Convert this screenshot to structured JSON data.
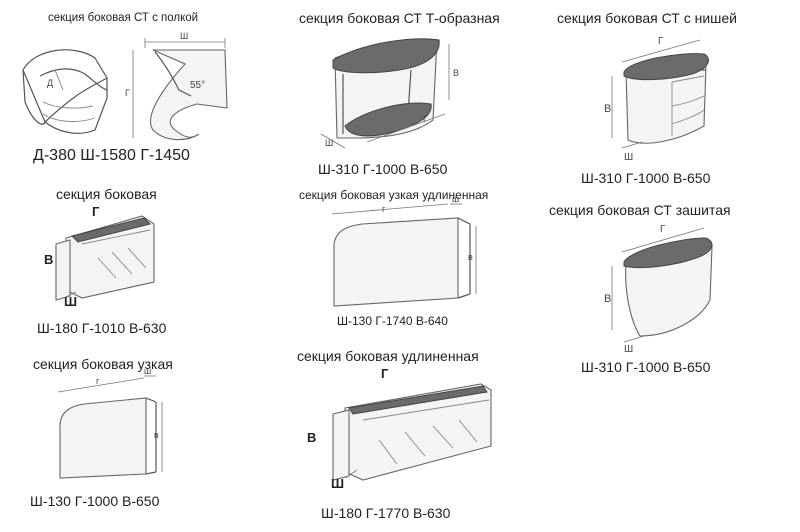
{
  "items": [
    {
      "title": "секция боковая СТ с полкой",
      "dims": "Д-380   Ш-1580   Г-1450",
      "labels": {
        "d": "Д",
        "g": "Г",
        "sh": "Ш",
        "angle": "55°"
      }
    },
    {
      "title": "секция боковая СТ Т-образная",
      "dims": "Ш-310   Г-1000   В-650",
      "labels": {
        "v": "В",
        "g": "Г",
        "sh": "Ш"
      }
    },
    {
      "title": "секция боковая СТ с нишей",
      "dims": "Ш-310   Г-1000   В-650",
      "labels": {
        "v": "В",
        "g": "Г",
        "sh": "Ш"
      }
    },
    {
      "title": "секция боковая",
      "dims": "Ш-180   Г-1010   В-630",
      "labels": {
        "v": "В",
        "g": "Г",
        "sh": "Ш"
      }
    },
    {
      "title": "секция боковая узкая удлиненная",
      "dims": "Ш-130   Г-1740   В-640",
      "labels": {
        "v": "в",
        "g": "г",
        "sh": "ш"
      }
    },
    {
      "title": "секция боковая СТ зашитая",
      "dims": "Ш-310   Г-1000   В-650",
      "labels": {
        "v": "В",
        "g": "Г",
        "sh": "Ш"
      }
    },
    {
      "title": "секция боковая узкая",
      "dims": "Ш-130   Г-1000   В-650",
      "labels": {
        "v": "в",
        "g": "г",
        "sh": "ш"
      }
    },
    {
      "title": "секция боковая удлиненная",
      "dims": "Ш-180   Г-1770   В-630",
      "labels": {
        "v": "В",
        "g": "Г",
        "sh": "Ш"
      }
    }
  ]
}
